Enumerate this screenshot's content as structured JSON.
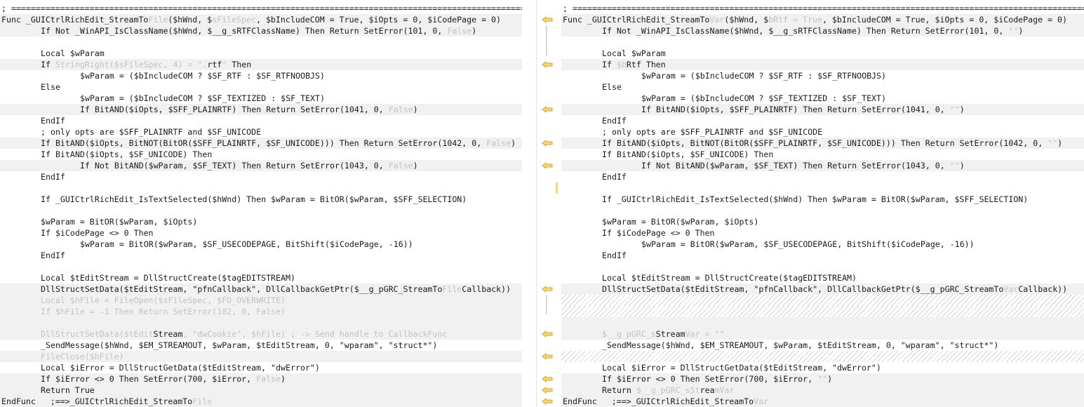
{
  "colors": {
    "diff_bg": "#f1f1f1",
    "dim_text": "#c2c2c2",
    "arrow": "#f0c238",
    "gap_hatch": "#d6d6d6"
  },
  "left": {
    "lines": [
      {
        "t": "; ==================================================================================================================================",
        "d": false
      },
      {
        "t": "Func _GUICtrlRichEdit_StreamTo",
        "x": "File",
        "u": "($hWnd, $",
        "x2": "sFileSpec",
        "u2": ", $bIncludeCOM = True, $iOpts = 0, $iCodePage = 0)",
        "d": true
      },
      {
        "t": "If Not _WinAPI_IsClassName($hWnd, $__g_sRTFClassName) Then Return SetError(101, 0, ",
        "x": "False",
        "u": ")",
        "i": 1,
        "d": true
      },
      {
        "t": "",
        "d": false
      },
      {
        "t": "Local $wParam",
        "i": 1,
        "d": false
      },
      {
        "t": "If ",
        "x": "StringRight($sFileSpec, 4) = \".",
        "u": "rtf",
        "x2": "\"",
        "u2": " Then",
        "i": 1,
        "d": true
      },
      {
        "t": "$wParam = ($bIncludeCOM ? $SF_RTF : $SF_RTFNOOBJS)",
        "i": 2,
        "d": false
      },
      {
        "t": "Else",
        "i": 1,
        "d": false
      },
      {
        "t": "$wParam = ($bIncludeCOM ? $SF_TEXTIZED : $SF_TEXT)",
        "i": 2,
        "d": false
      },
      {
        "t": "If BitAND($iOpts, $SFF_PLAINRTF) Then Return SetError(1041, 0, ",
        "x": "False",
        "u": ")",
        "i": 2,
        "d": true
      },
      {
        "t": "EndIf",
        "i": 1,
        "d": false
      },
      {
        "t": "; only opts are $SFF_PLAINRTF and $SF_UNICODE",
        "i": 1,
        "d": false
      },
      {
        "t": "If BitAND($iOpts, BitNOT(BitOR($SFF_PLAINRTF, $SF_UNICODE))) Then Return SetError(1042, 0, ",
        "x": "False",
        "u": ")",
        "i": 1,
        "d": true
      },
      {
        "t": "If BitAND($iOpts, $SF_UNICODE) Then",
        "i": 1,
        "d": false
      },
      {
        "t": "If Not BitAND($wParam, $SF_TEXT) Then Return SetError(1043, 0, ",
        "x": "False",
        "u": ")",
        "i": 2,
        "d": true
      },
      {
        "t": "EndIf",
        "i": 1,
        "d": false
      },
      {
        "t": "",
        "d": false
      },
      {
        "t": "If _GUICtrlRichEdit_IsTextSelected($hWnd) Then $wParam = BitOR($wParam, $SFF_SELECTION)",
        "i": 1,
        "d": false
      },
      {
        "t": "",
        "d": false
      },
      {
        "t": "$wParam = BitOR($wParam, $iOpts)",
        "i": 1,
        "d": false
      },
      {
        "t": "If $iCodePage <> 0 Then",
        "i": 1,
        "d": false
      },
      {
        "t": "$wParam = BitOR($wParam, $SF_USECODEPAGE, BitShift($iCodePage, -16))",
        "i": 2,
        "d": false
      },
      {
        "t": "EndIf",
        "i": 1,
        "d": false
      },
      {
        "t": "",
        "d": false
      },
      {
        "t": "Local $tEditStream = DllStructCreate($tagEDITSTREAM)",
        "i": 1,
        "d": false
      },
      {
        "t": "DllStructSetData($tEditStream, \"pfnCallback\", DllCallbackGetPtr($__g_pGRC_StreamTo",
        "x": "File",
        "u": "Callback))",
        "i": 1,
        "d": true
      },
      {
        "t": "",
        "x": "Local $hFile = FileOpen($sFileSpec, $FO_OVERWRITE)",
        "i": 1,
        "d": true
      },
      {
        "t": "",
        "x": "If $hFile = -1 Then Return SetError(102, 0, False)",
        "i": 1,
        "d": true
      },
      {
        "t": "",
        "d": true
      },
      {
        "t": "",
        "x": "DllStructSetData($tEdit",
        "u": "Stream",
        "x2": ", \"dwCookie\", $hFile) ; -> Send handle to CallbackFunc",
        "i": 1,
        "d": true
      },
      {
        "t": "_SendMessage($hWnd, $EM_STREAMOUT, $wParam, $tEditStream, 0, \"wparam\", \"struct*\")",
        "i": 1,
        "d": false
      },
      {
        "t": "",
        "x": "FileClose($hFile)",
        "i": 1,
        "d": true
      },
      {
        "t": "Local $iError = DllStructGetData($tEditStream, \"dwError\")",
        "i": 1,
        "d": false
      },
      {
        "t": "If $iError <> 0 Then SetError(700, $iError, ",
        "x": "False",
        "u": ")",
        "i": 1,
        "d": true
      },
      {
        "t": "Return Tr",
        "u": "ue",
        "i": 1,
        "d": true
      },
      {
        "t": "EndFunc   ;==>_GUICtrlRichEdit_StreamTo",
        "x": "File",
        "d": true
      }
    ]
  },
  "right": {
    "lines": [
      {
        "t": "; ==================================================================================================================================",
        "d": false
      },
      {
        "t": "Func _GUICtrlRichEdit_StreamTo",
        "x": "Var",
        "u": "($hWnd, $",
        "x2": "bRtf = True",
        "u2": ", $bIncludeCOM = True, $iOpts = 0, $iCodePage = 0)",
        "d": true,
        "a": true
      },
      {
        "t": "If Not _WinAPI_IsClassName($hWnd, $__g_sRTFClassName) Then Return SetError(101, 0, ",
        "x": "\"\"",
        "u": ")",
        "i": 1,
        "d": true
      },
      {
        "t": "",
        "d": false
      },
      {
        "t": "Local $wParam",
        "i": 1,
        "d": false
      },
      {
        "t": "If ",
        "x": "$b",
        "u": "Rtf Then",
        "i": 1,
        "d": true,
        "a": true
      },
      {
        "t": "$wParam = ($bIncludeCOM ? $SF_RTF : $SF_RTFNOOBJS)",
        "i": 2,
        "d": false
      },
      {
        "t": "Else",
        "i": 1,
        "d": false
      },
      {
        "t": "$wParam = ($bIncludeCOM ? $SF_TEXTIZED : $SF_TEXT)",
        "i": 2,
        "d": false
      },
      {
        "t": "If BitAND($iOpts, $SFF_PLAINRTF) Then Return SetError(1041, 0, ",
        "x": "\"\"",
        "u": ")",
        "i": 2,
        "d": true,
        "a": true
      },
      {
        "t": "EndIf",
        "i": 1,
        "d": false
      },
      {
        "t": "; only opts are $SFF_PLAINRTF and $SF_UNICODE",
        "i": 1,
        "d": false
      },
      {
        "t": "If BitAND($iOpts, BitNOT(BitOR($SFF_PLAINRTF, $SF_UNICODE))) Then Return SetError(1042, 0, ",
        "x": "\"\"",
        "u": ")",
        "i": 1,
        "d": true,
        "a": true
      },
      {
        "t": "If BitAND($iOpts, $SF_UNICODE) Then",
        "i": 1,
        "d": false
      },
      {
        "t": "If Not BitAND($wParam, $SF_TEXT) Then Return SetError(1043, 0, ",
        "x": "\"\"",
        "u": ")",
        "i": 2,
        "d": true,
        "a": true
      },
      {
        "t": "EndIf",
        "i": 1,
        "d": false
      },
      {
        "t": "",
        "d": false
      },
      {
        "t": "If _GUICtrlRichEdit_IsTextSelected($hWnd) Then $wParam = BitOR($wParam, $SFF_SELECTION)",
        "i": 1,
        "d": false
      },
      {
        "t": "",
        "d": false
      },
      {
        "t": "$wParam = BitOR($wParam, $iOpts)",
        "i": 1,
        "d": false
      },
      {
        "t": "If $iCodePage <> 0 Then",
        "i": 1,
        "d": false
      },
      {
        "t": "$wParam = BitOR($wParam, $SF_USECODEPAGE, BitShift($iCodePage, -16))",
        "i": 2,
        "d": false
      },
      {
        "t": "EndIf",
        "i": 1,
        "d": false
      },
      {
        "t": "",
        "d": false
      },
      {
        "t": "Local $tEditStream = DllStructCreate($tagEDITSTREAM)",
        "i": 1,
        "d": false
      },
      {
        "t": "DllStructSetData($tEditStream, \"pfnCallback\", DllCallbackGetPtr($__g_pGRC_StreamTo",
        "x": "Var",
        "u": "Callback))",
        "i": 1,
        "d": true,
        "a": true
      },
      {
        "t": "",
        "gap": true
      },
      {
        "t": "",
        "gap": true
      },
      {
        "t": "",
        "d": true
      },
      {
        "t": "",
        "x": "$__g_pGRC_s",
        "u": "Stream",
        "x2": "Var = \"\"",
        "i": 1,
        "d": true,
        "a": true
      },
      {
        "t": "_SendMessage($hWnd, $EM_STREAMOUT, $wParam, $tEditStream, 0, \"wparam\", \"struct*\")",
        "i": 1,
        "d": false
      },
      {
        "t": "",
        "gap": true,
        "a": true
      },
      {
        "t": "Local $iError = DllStructGetData($tEditStream, \"dwError\")",
        "i": 1,
        "d": false
      },
      {
        "t": "If $iError <> 0 Then SetError(700, $iError, ",
        "x": "\"\"",
        "u": ")",
        "i": 1,
        "d": true,
        "a": true
      },
      {
        "t": "Return ",
        "x": "$__g_pGRC_sSt",
        "u": "rea",
        "x2": "mVar",
        "i": 1,
        "d": true,
        "a": true
      },
      {
        "t": "EndFunc   ;==>_GUICtrlRichEdit_StreamTo",
        "x": "Var",
        "d": true,
        "a": true
      }
    ]
  }
}
